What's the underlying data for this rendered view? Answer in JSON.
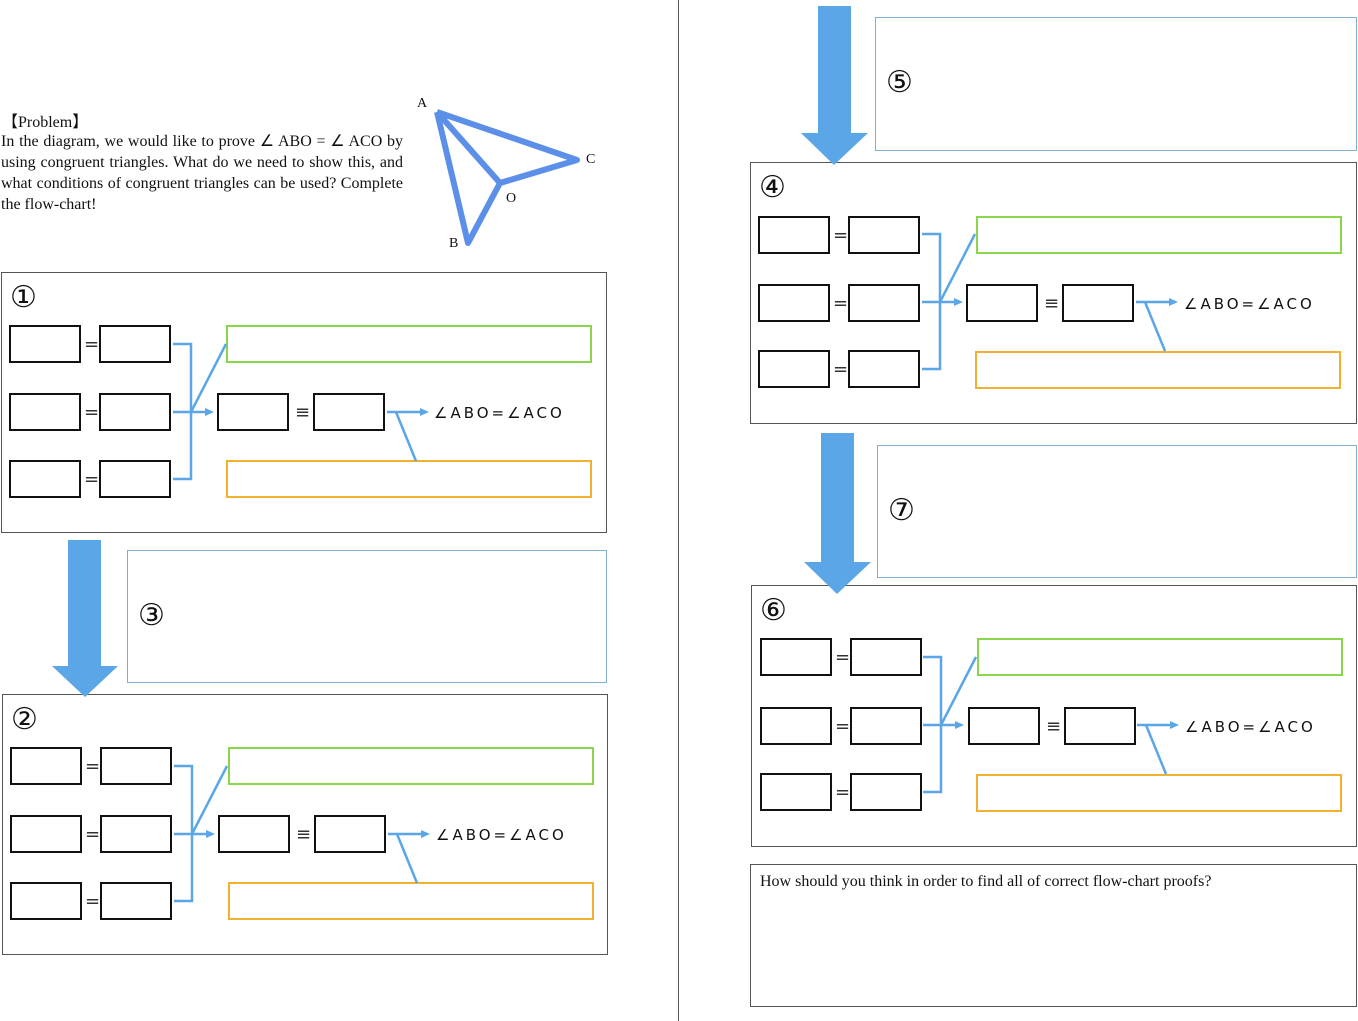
{
  "problem": {
    "title": "【Problem】",
    "text": "In the diagram, we would like to prove ∠ ABO = ∠ ACO by using congruent triangles. What do we need to show this, and what conditions of congruent triangles can be used? Complete the flow-chart!"
  },
  "figure": {
    "labels": {
      "a": "A",
      "b": "B",
      "c": "C",
      "o": "O"
    }
  },
  "panels": {
    "p1": {
      "number": "①"
    },
    "p2": {
      "number": "②"
    },
    "p3": {
      "number": "③"
    },
    "p4": {
      "number": "④"
    },
    "p5": {
      "number": "⑤"
    },
    "p6": {
      "number": "⑥"
    },
    "p7": {
      "number": "⑦"
    }
  },
  "symbols": {
    "equal": "=",
    "congruent": "≡"
  },
  "conclusion": "∠ABO=∠ACO",
  "question": "How should you think in order to find all of correct flow-chart proofs?",
  "colors": {
    "arrow": "#5aa6e6",
    "green": "#8ad64a",
    "orange": "#f0b030",
    "connector": "#5aa6e6"
  }
}
